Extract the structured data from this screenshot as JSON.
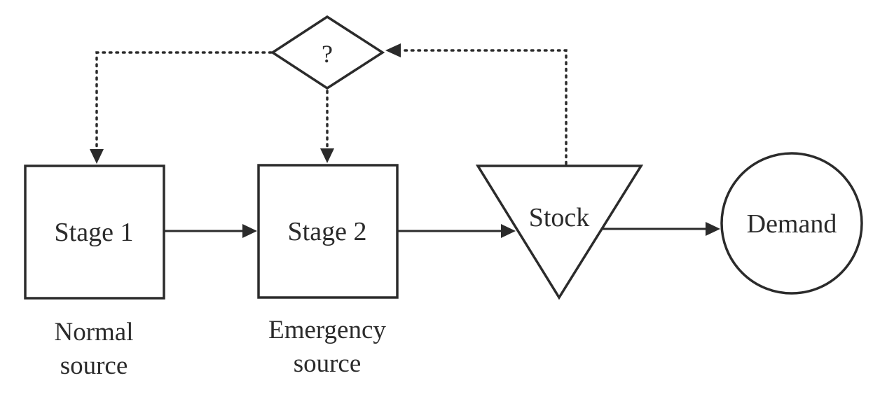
{
  "nodes": {
    "stage1": {
      "label": "Stage 1"
    },
    "stage2": {
      "label": "Stage 2"
    },
    "stock": {
      "label": "Stock"
    },
    "demand": {
      "label": "Demand"
    },
    "decision": {
      "label": "?"
    }
  },
  "captions": {
    "stage1": [
      "Normal",
      "source"
    ],
    "stage2": [
      "Emergency",
      "source"
    ]
  },
  "colors": {
    "ink": "#2b2b2b",
    "background": "#ffffff"
  }
}
